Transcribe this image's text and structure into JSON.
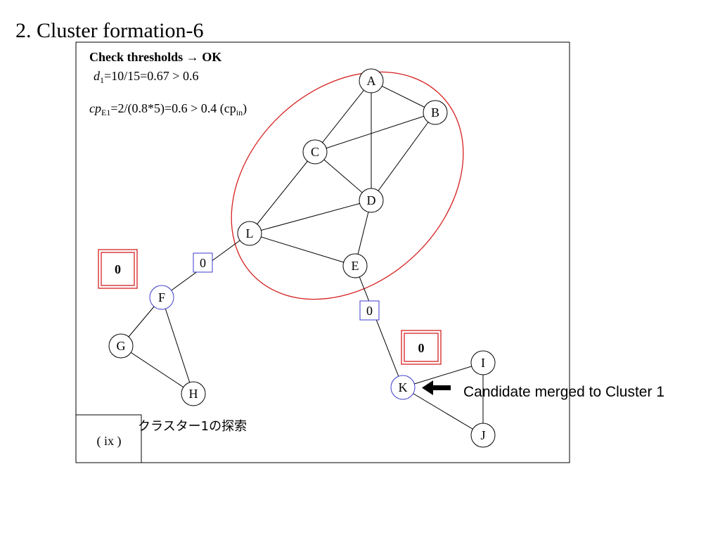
{
  "slide": {
    "title": "2. Cluster formation-6"
  },
  "info": {
    "heading": "Check thresholds → OK",
    "d_symbol": "d",
    "d_sub": "1",
    "d_expr": "=10/15=0.67 > 0.6",
    "cp_symbol": "cp",
    "cp_sub": "E1",
    "cp_expr": "=2/(0.8*5)=0.6 > 0.4 (cp",
    "cp_in_sub": "in",
    "cp_close": ")"
  },
  "nodes": {
    "A": "A",
    "B": "B",
    "C": "C",
    "D": "D",
    "E": "E",
    "L": "L",
    "F": "F",
    "G": "G",
    "H": "H",
    "I": "I",
    "J": "J",
    "K": "K"
  },
  "edge_weights": {
    "L_F": "0",
    "E_K": "0"
  },
  "counters": {
    "left": "0",
    "right": "0"
  },
  "candidate_label": "Candidate merged to Cluster 1",
  "search_label": "クラスター1の探索",
  "step_label": "( ix )",
  "colors": {
    "highlight_red": "#d62020",
    "candidate_blue": "#3b3bcc",
    "line": "#000000"
  }
}
